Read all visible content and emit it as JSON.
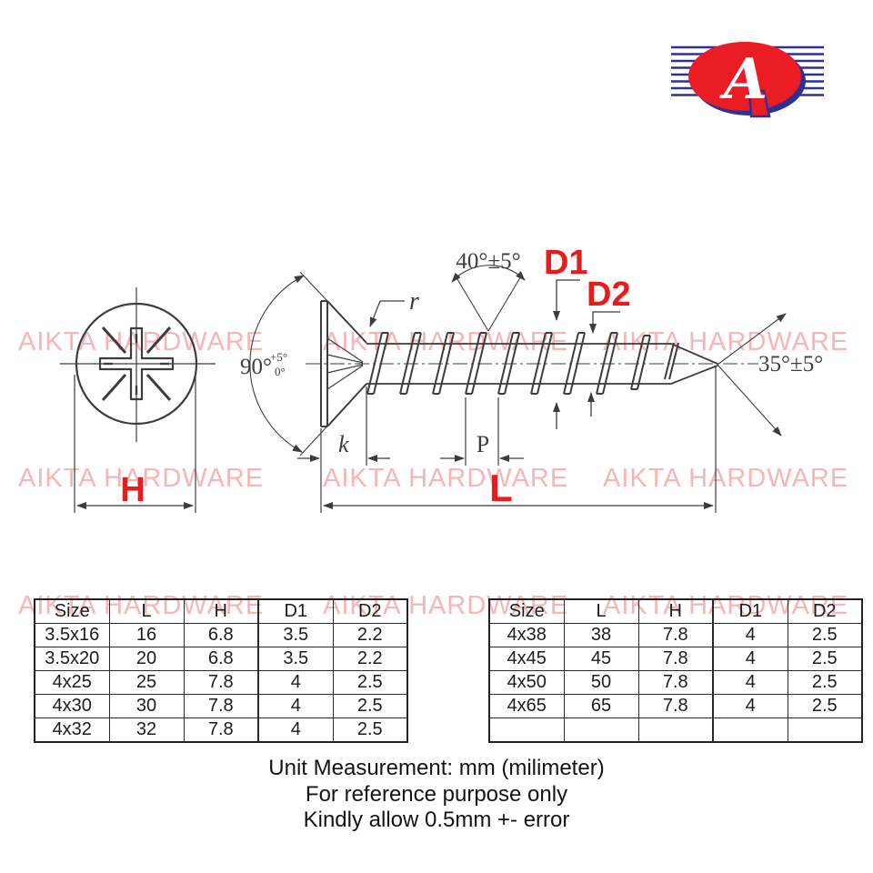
{
  "logo": {
    "letter": "A",
    "red": "#ec1c24",
    "navy": "#2e3192"
  },
  "watermark": {
    "text": "AIKTA HARDWARE",
    "color": "#f6b6b6"
  },
  "diagram": {
    "line_color": "#3d3d3d",
    "accent_color": "#e81c1c",
    "labels": {
      "head_angle": "90°",
      "head_angle_tol_plus": "+5°",
      "head_angle_tol_minus": "0°",
      "thread_angle": "40°±5°",
      "tip_angle": "35°±5°",
      "radius": "r",
      "head_depth": "k",
      "pitch": "P",
      "head_diameter": "H",
      "length": "L",
      "major_diameter": "D1",
      "minor_diameter": "D2"
    }
  },
  "tables": [
    {
      "headers": [
        "Size",
        "L",
        "H",
        "D1",
        "D2"
      ],
      "rows": [
        [
          "3.5x16",
          "16",
          "6.8",
          "3.5",
          "2.2"
        ],
        [
          "3.5x20",
          "20",
          "6.8",
          "3.5",
          "2.2"
        ],
        [
          "4x25",
          "25",
          "7.8",
          "4",
          "2.5"
        ],
        [
          "4x30",
          "30",
          "7.8",
          "4",
          "2.5"
        ],
        [
          "4x32",
          "32",
          "7.8",
          "4",
          "2.5"
        ]
      ]
    },
    {
      "headers": [
        "Size",
        "L",
        "H",
        "D1",
        "D2"
      ],
      "rows": [
        [
          "4x38",
          "38",
          "7.8",
          "4",
          "2.5"
        ],
        [
          "4x45",
          "45",
          "7.8",
          "4",
          "2.5"
        ],
        [
          "4x50",
          "50",
          "7.8",
          "4",
          "2.5"
        ],
        [
          "4x65",
          "65",
          "7.8",
          "4",
          "2.5"
        ],
        [
          "",
          "",
          "",
          "",
          ""
        ]
      ]
    }
  ],
  "footer": {
    "lines": [
      "Unit Measurement: mm (milimeter)",
      "For reference purpose only",
      "Kindly allow 0.5mm +- error"
    ]
  }
}
